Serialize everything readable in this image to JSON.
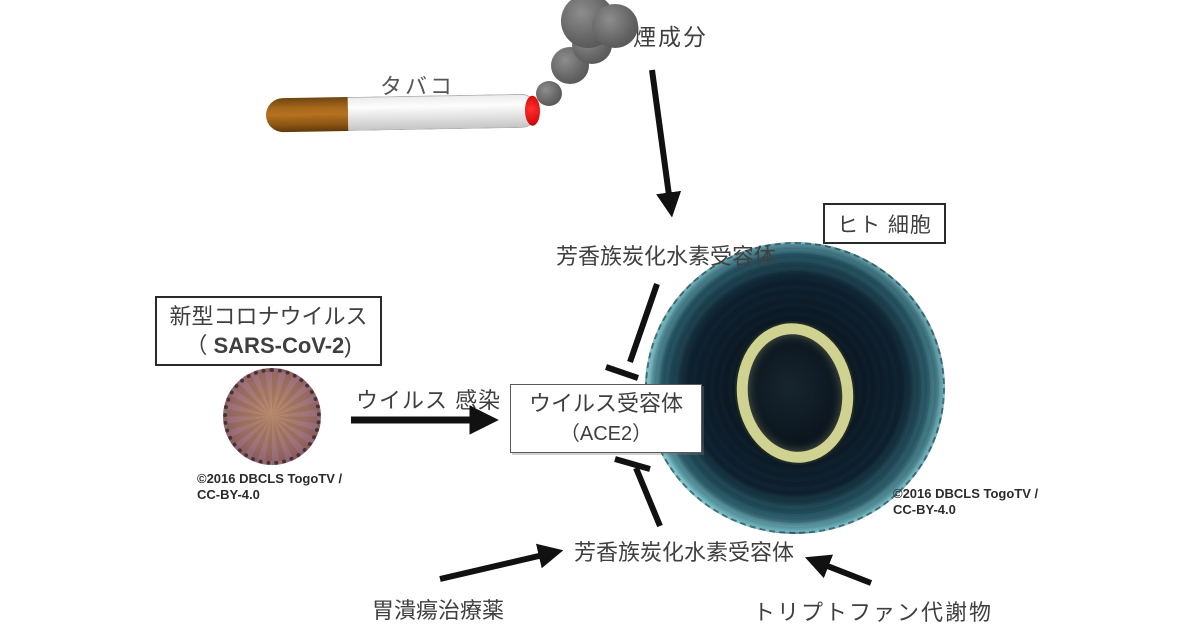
{
  "labels": {
    "smoke_component": "煙成分",
    "cigarette": "タバコ",
    "human_cell": "ヒト 細胞",
    "ahr_top": "芳香族炭化水素受容体",
    "ahr_bottom": "芳香族炭化水素受容体",
    "virus_infection": "ウイルス 感染",
    "stomach_drug": "胃潰瘍治療薬",
    "tryptophan_metabolite": "トリプトファン代謝物"
  },
  "virus_box": {
    "line1": "新型コロナウイルス",
    "paren_open": "（ ",
    "name": "SARS-CoV-2",
    "paren_close": ")"
  },
  "receptor_box": {
    "line1": "ウイルス受容体",
    "line2": "（ACE2）"
  },
  "credits": {
    "virus": {
      "line1": "©2016 DBCLS TogoTV /",
      "line2": "CC-BY-4.0"
    },
    "cell": {
      "line1": "©2016 DBCLS TogoTV /",
      "line2": "CC-BY-4.0"
    }
  },
  "colors": {
    "text": "#3f3f3f",
    "arrow": "#111111",
    "cell_rim": "#b5e4e5",
    "cell_body": "#0c1a26",
    "nucleus_ring": "#cfd291",
    "virus_body": "#a3756f",
    "cigarette_filter": "#9a5c16",
    "cigarette_tip": "#d60d0d",
    "smoke": "#616161"
  },
  "illustrations": {
    "cigarette": "cigarette-illustration",
    "smoke": "smoke-puffs",
    "virus": "coronavirus-particle-micrograph",
    "cell": "human-cell-micrograph",
    "nucleus": "cell-nucleus"
  }
}
